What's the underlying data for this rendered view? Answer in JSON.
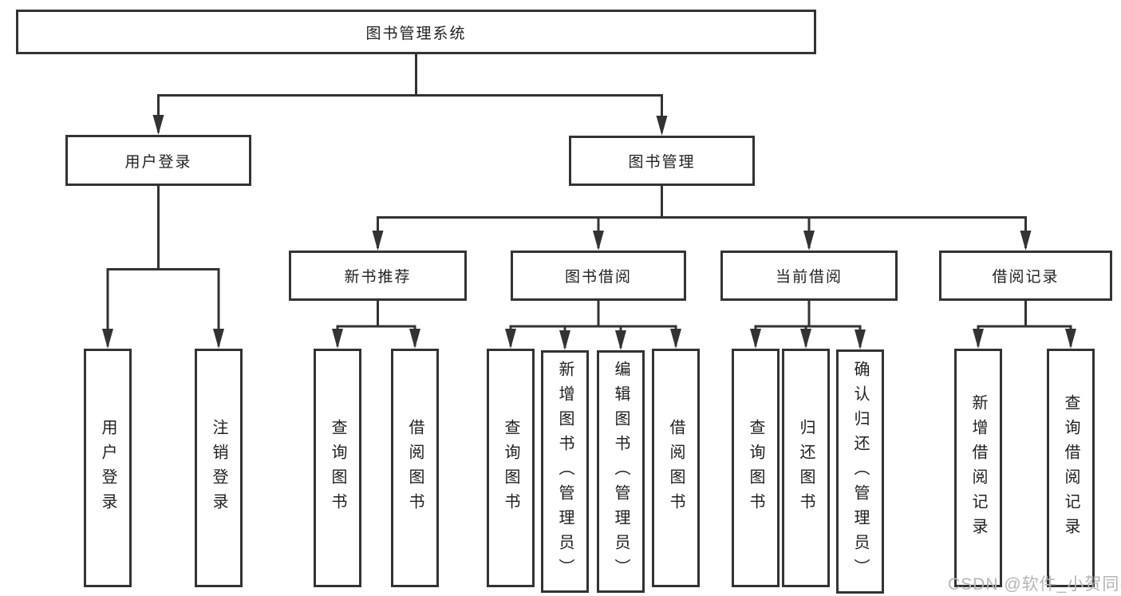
{
  "diagram": {
    "root": {
      "label": "图书管理系统"
    },
    "branches": [
      {
        "label": "用户登录",
        "children": [
          {
            "label": "用户登录"
          },
          {
            "label": "注销登录"
          }
        ]
      },
      {
        "label": "图书管理",
        "children": [
          {
            "label": "新书推荐",
            "children": [
              {
                "label": "查询图书"
              },
              {
                "label": "借阅图书"
              }
            ]
          },
          {
            "label": "图书借阅",
            "children": [
              {
                "label": "查询图书"
              },
              {
                "label": "新增图书（管理员）"
              },
              {
                "label": "编辑图书（管理员）"
              },
              {
                "label": "借阅图书"
              }
            ]
          },
          {
            "label": "当前借阅",
            "children": [
              {
                "label": "查询图书"
              },
              {
                "label": "归还图书"
              },
              {
                "label": "确认归还（管理员）"
              }
            ]
          },
          {
            "label": "借阅记录",
            "children": [
              {
                "label": "新增借阅记录"
              },
              {
                "label": "查询借阅记录"
              }
            ]
          }
        ]
      }
    ]
  },
  "watermark": {
    "text": "CSDN @软件_小贺同学"
  },
  "colors": {
    "line": "#333333",
    "box_border": "#333333",
    "text": "#1f1f1f",
    "watermark": "#b5b5b5",
    "background": "#ffffff"
  }
}
